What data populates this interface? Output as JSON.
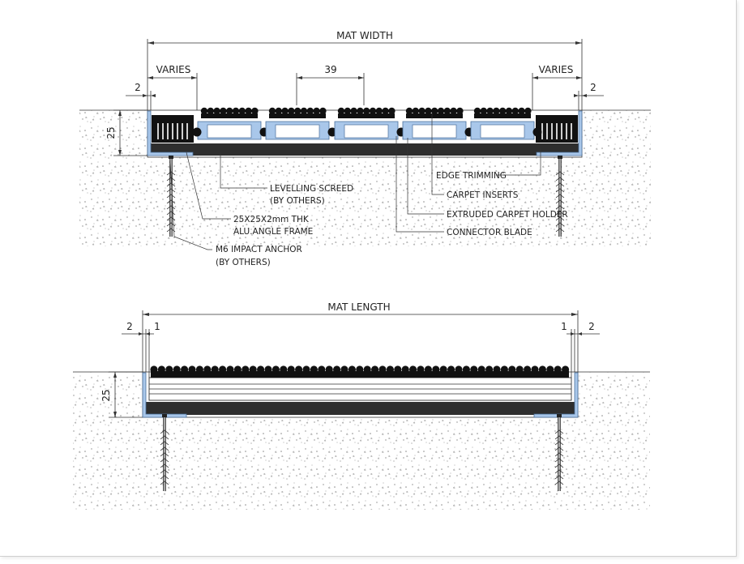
{
  "colors": {
    "aluminium": "#a9c7ea",
    "aluminium_stroke": "#4a6f9c",
    "screed": "#2e2e2e",
    "carpet": "#111111",
    "concrete_dots": "#9a9a9a"
  },
  "section_width": {
    "title": "MAT WIDTH",
    "dim_varies_left": "VARIES",
    "dim_varies_right": "VARIES",
    "dim_gap_left": "2",
    "dim_gap_right": "2",
    "dim_profile": "39",
    "dim_depth": "25",
    "callouts": {
      "levelling_screed_1": "LEVELLING SCREED",
      "levelling_screed_2": "(BY OTHERS)",
      "angle_frame_1": "25X25X2mm THK",
      "angle_frame_2": "ALU.ANGLE FRAME",
      "anchor_1": "M6 IMPACT ANCHOR",
      "anchor_2": "(BY OTHERS)",
      "edge_trimming": "EDGE TRIMMING",
      "carpet_inserts": "CARPET INSERTS",
      "extruded_holder": "EXTRUDED CARPET HOLDER",
      "connector_blade": "CONNECTOR BLADE"
    }
  },
  "section_length": {
    "title": "MAT LENGTH",
    "dim_gap_left": "2",
    "dim_inset_left": "1",
    "dim_inset_right": "1",
    "dim_gap_right": "2",
    "dim_depth": "25"
  }
}
